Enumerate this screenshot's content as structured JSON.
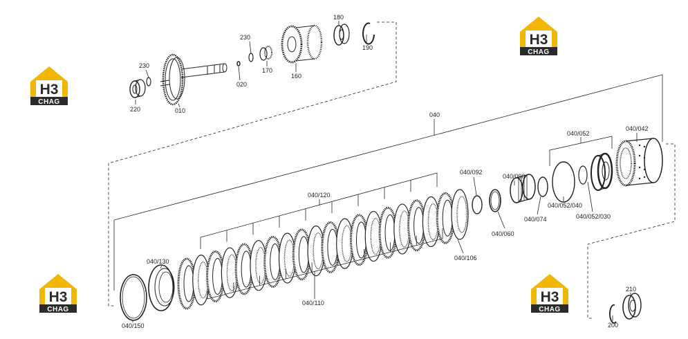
{
  "logo": {
    "top": "H3",
    "bottom": "CHAG",
    "colors": {
      "yellow": "#f2b705",
      "dark": "#2b2b2b",
      "white": "#ffffff"
    }
  },
  "labels": {
    "p010": "010",
    "p020": "020",
    "p160": "160",
    "p170": "170",
    "p180": "180",
    "p190": "190",
    "p200": "200",
    "p210": "210",
    "p220": "220",
    "p230a": "230",
    "p230b": "230",
    "p040": "040",
    "p040_042": "040/042",
    "p040_052": "040/052",
    "p040_052_040": "040/052/040",
    "p040_052_030": "040/052/030",
    "p040_090": "040/090",
    "p040_092": "040/092",
    "p040_074": "040/074",
    "p040_060": "040/060",
    "p040_106": "040/106",
    "p040_120": "040/120",
    "p040_110": "040/110",
    "p040_130": "040/130",
    "p040_150": "040/150"
  },
  "colors": {
    "line": "#222222",
    "background": "#ffffff"
  }
}
